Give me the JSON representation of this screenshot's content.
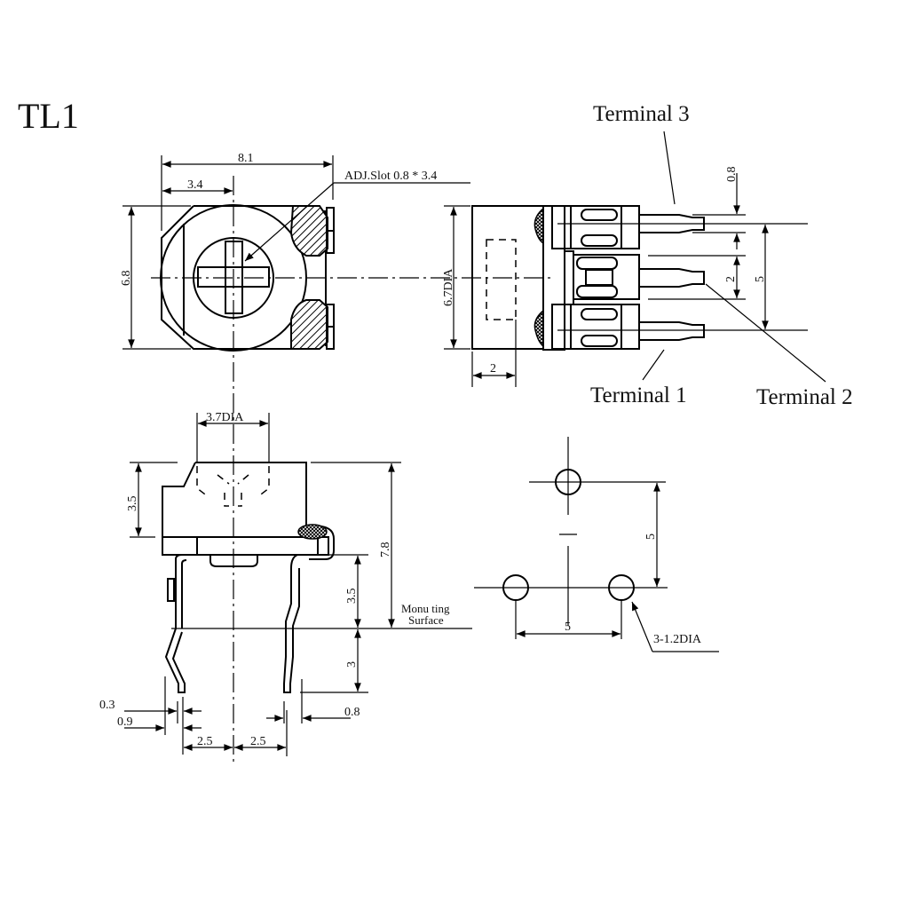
{
  "title": "TL1",
  "top_view": {
    "dim_width": "8.1",
    "dim_offset": "3.4",
    "dim_height": "6.8",
    "slot_note": "ADJ.Slot 0.8 * 3.4"
  },
  "side_view": {
    "dim_dia": "6.7DIA",
    "dim_depth": "2",
    "dim_pin_width": "0.8",
    "dim_pitch_small": "2",
    "dim_pitch": "5",
    "terminal_3": "Terminal 3",
    "terminal_1": "Terminal 1",
    "terminal_2": "Terminal 2"
  },
  "front_view": {
    "dim_knob_dia": "3.7DIA",
    "dim_knob_height": "3.5",
    "dim_total_height": "7.8",
    "dim_standoff": "3.5",
    "dim_pin_length": "3",
    "mounting_line1": "Monu ting",
    "mounting_line2": "Surface",
    "dim_pin_thick": "0.3",
    "dim_pin_w": "0.9",
    "dim_pin_right": "0.8",
    "dim_pitch_left": "2.5",
    "dim_pitch_right": "2.5"
  },
  "pcb_layout": {
    "dim_vertical": "5",
    "dim_horizontal": "5",
    "hole_note": "3-1.2DIA"
  }
}
